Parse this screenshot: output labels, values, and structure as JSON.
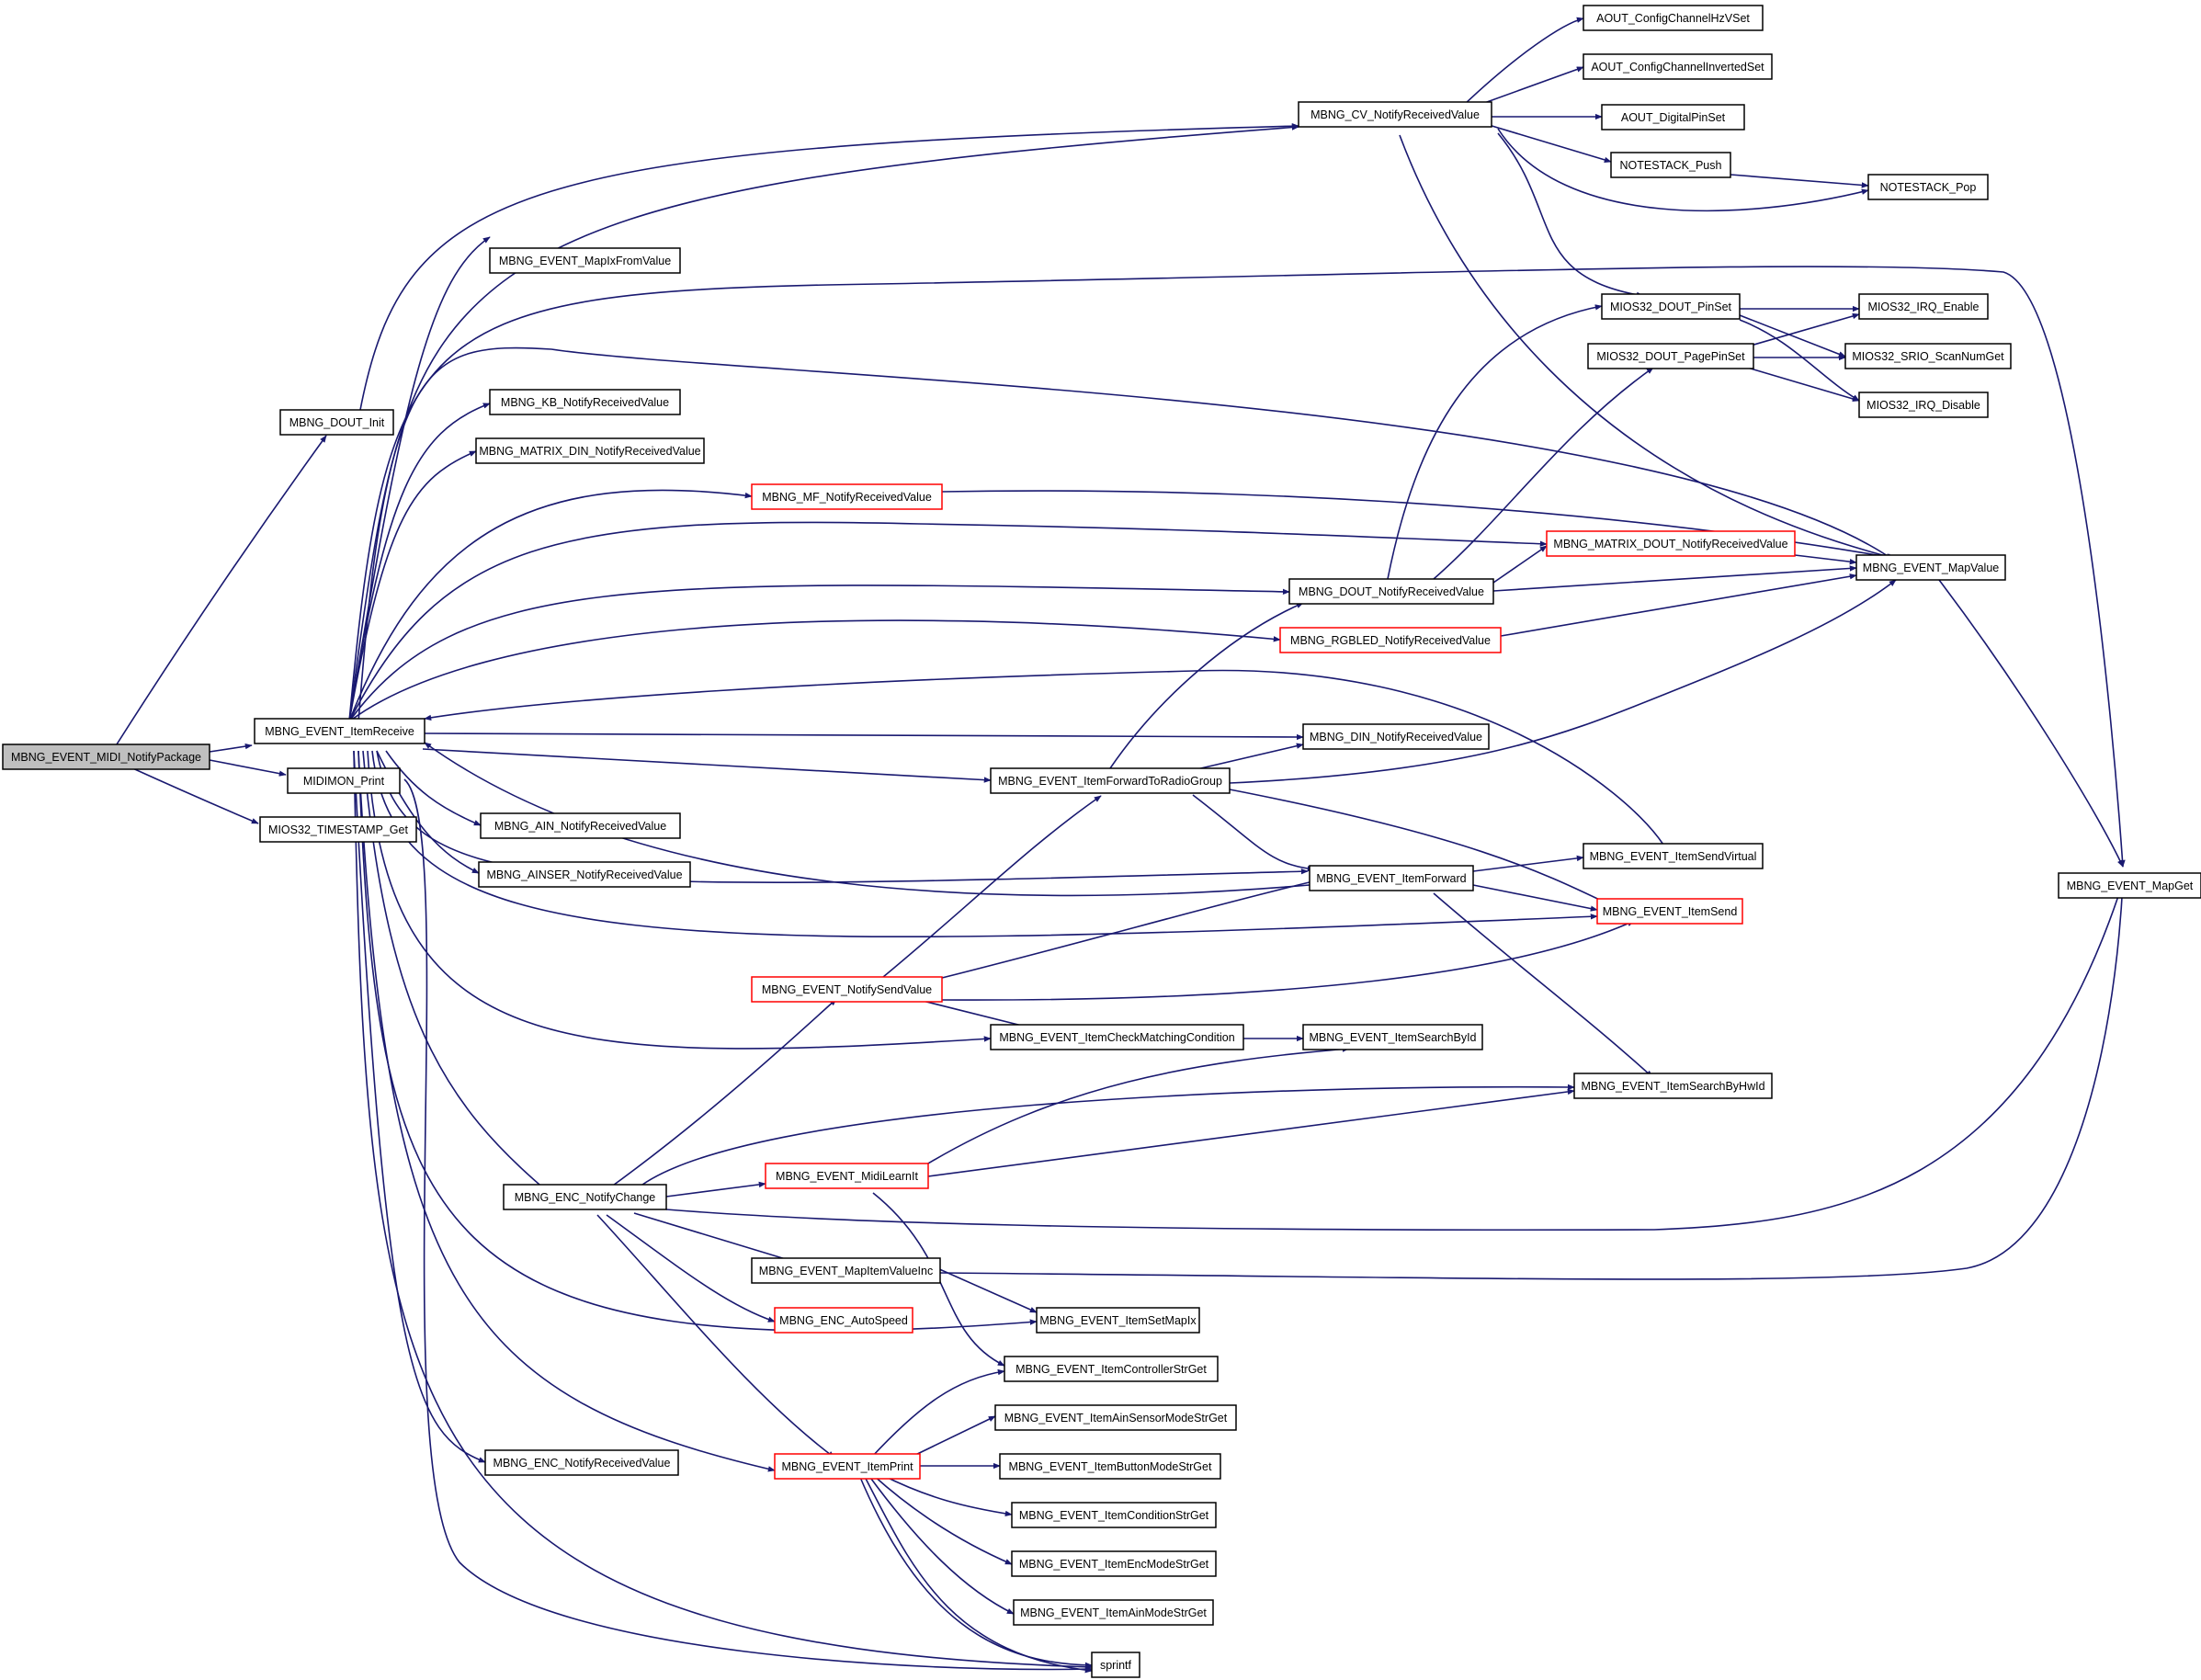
{
  "colors": {
    "edge": "#191970",
    "node_border_default": "#000000",
    "node_border_truncated": "#ff0000",
    "node_fill_default": "#ffffff",
    "node_fill_root": "#bfbfbf"
  },
  "nodes": [
    {
      "id": "root",
      "label": "MBNG_EVENT_MIDI_NotifyPackage",
      "style": "root"
    },
    {
      "id": "dout_init",
      "label": "MBNG_DOUT_Init",
      "style": "normal"
    },
    {
      "id": "item_receive",
      "label": "MBNG_EVENT_ItemReceive",
      "style": "normal"
    },
    {
      "id": "midimon_print",
      "label": "MIDIMON_Print",
      "style": "normal"
    },
    {
      "id": "timestamp_get",
      "label": "MIOS32_TIMESTAMP_Get",
      "style": "normal"
    },
    {
      "id": "cv_notify",
      "label": "MBNG_CV_NotifyReceivedValue",
      "style": "normal"
    },
    {
      "id": "mapix_from_value",
      "label": "MBNG_EVENT_MapIxFromValue",
      "style": "normal"
    },
    {
      "id": "kb_notify",
      "label": "MBNG_KB_NotifyReceivedValue",
      "style": "normal"
    },
    {
      "id": "matrix_din_notify",
      "label": "MBNG_MATRIX_DIN_NotifyReceivedValue",
      "style": "normal"
    },
    {
      "id": "mf_notify",
      "label": "MBNG_MF_NotifyReceivedValue",
      "style": "truncated"
    },
    {
      "id": "matrix_dout_notify",
      "label": "MBNG_MATRIX_DOUT_NotifyReceivedValue",
      "style": "truncated"
    },
    {
      "id": "dout_notify",
      "label": "MBNG_DOUT_NotifyReceivedValue",
      "style": "normal"
    },
    {
      "id": "rgbled_notify",
      "label": "MBNG_RGBLED_NotifyReceivedValue",
      "style": "truncated"
    },
    {
      "id": "din_notify",
      "label": "MBNG_DIN_NotifyReceivedValue",
      "style": "normal"
    },
    {
      "id": "fwd_radio",
      "label": "MBNG_EVENT_ItemForwardToRadioGroup",
      "style": "normal"
    },
    {
      "id": "ain_notify",
      "label": "MBNG_AIN_NotifyReceivedValue",
      "style": "normal"
    },
    {
      "id": "ainser_notify",
      "label": "MBNG_AINSER_NotifyReceivedValue",
      "style": "normal"
    },
    {
      "id": "item_forward",
      "label": "MBNG_EVENT_ItemForward",
      "style": "normal"
    },
    {
      "id": "send_virtual",
      "label": "MBNG_EVENT_ItemSendVirtual",
      "style": "normal"
    },
    {
      "id": "item_send",
      "label": "MBNG_EVENT_ItemSend",
      "style": "truncated"
    },
    {
      "id": "notify_send",
      "label": "MBNG_EVENT_NotifySendValue",
      "style": "truncated"
    },
    {
      "id": "check_cond",
      "label": "MBNG_EVENT_ItemCheckMatchingCondition",
      "style": "normal"
    },
    {
      "id": "search_id",
      "label": "MBNG_EVENT_ItemSearchById",
      "style": "normal"
    },
    {
      "id": "search_hwid",
      "label": "MBNG_EVENT_ItemSearchByHwId",
      "style": "normal"
    },
    {
      "id": "midi_learn",
      "label": "MBNG_EVENT_MidiLearnIt",
      "style": "truncated"
    },
    {
      "id": "enc_notify_change",
      "label": "MBNG_ENC_NotifyChange",
      "style": "normal"
    },
    {
      "id": "map_item_inc",
      "label": "MBNG_EVENT_MapItemValueInc",
      "style": "normal"
    },
    {
      "id": "enc_autospeed",
      "label": "MBNG_ENC_AutoSpeed",
      "style": "truncated"
    },
    {
      "id": "set_mapix",
      "label": "MBNG_EVENT_ItemSetMapIx",
      "style": "normal"
    },
    {
      "id": "ctrl_str",
      "label": "MBNG_EVENT_ItemControllerStrGet",
      "style": "normal"
    },
    {
      "id": "ain_sensor_str",
      "label": "MBNG_EVENT_ItemAinSensorModeStrGet",
      "style": "normal"
    },
    {
      "id": "item_print",
      "label": "MBNG_EVENT_ItemPrint",
      "style": "truncated"
    },
    {
      "id": "button_str",
      "label": "MBNG_EVENT_ItemButtonModeStrGet",
      "style": "normal"
    },
    {
      "id": "cond_str",
      "label": "MBNG_EVENT_ItemConditionStrGet",
      "style": "normal"
    },
    {
      "id": "enc_mode_str",
      "label": "MBNG_EVENT_ItemEncModeStrGet",
      "style": "normal"
    },
    {
      "id": "ain_mode_str",
      "label": "MBNG_EVENT_ItemAinModeStrGet",
      "style": "normal"
    },
    {
      "id": "enc_notify",
      "label": "MBNG_ENC_NotifyReceivedValue",
      "style": "normal"
    },
    {
      "id": "sprintf",
      "label": "sprintf",
      "style": "normal"
    },
    {
      "id": "aout_hzv",
      "label": "AOUT_ConfigChannelHzVSet",
      "style": "normal"
    },
    {
      "id": "aout_inv",
      "label": "AOUT_ConfigChannelInvertedSet",
      "style": "normal"
    },
    {
      "id": "aout_pin",
      "label": "AOUT_DigitalPinSet",
      "style": "normal"
    },
    {
      "id": "ns_push",
      "label": "NOTESTACK_Push",
      "style": "normal"
    },
    {
      "id": "ns_pop",
      "label": "NOTESTACK_Pop",
      "style": "normal"
    },
    {
      "id": "dout_pinset",
      "label": "MIOS32_DOUT_PinSet",
      "style": "normal"
    },
    {
      "id": "dout_pagepinset",
      "label": "MIOS32_DOUT_PagePinSet",
      "style": "normal"
    },
    {
      "id": "irq_enable",
      "label": "MIOS32_IRQ_Enable",
      "style": "normal"
    },
    {
      "id": "srio_scan",
      "label": "MIOS32_SRIO_ScanNumGet",
      "style": "normal"
    },
    {
      "id": "irq_disable",
      "label": "MIOS32_IRQ_Disable",
      "style": "normal"
    },
    {
      "id": "map_value",
      "label": "MBNG_EVENT_MapValue",
      "style": "normal"
    },
    {
      "id": "map_get",
      "label": "MBNG_EVENT_MapGet",
      "style": "normal"
    }
  ]
}
